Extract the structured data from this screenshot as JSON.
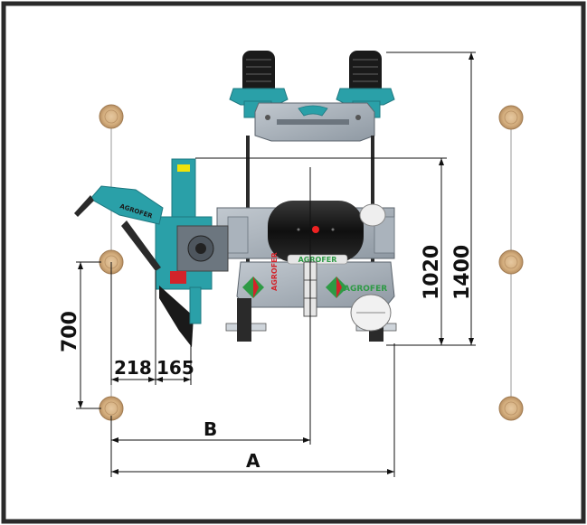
{
  "dimensions": {
    "d218": "218",
    "d165": "165",
    "d700": "700",
    "d1020": "1020",
    "d1400": "1400",
    "label_a": "A",
    "label_b": "B"
  },
  "brand": {
    "name_left": "AGROFER",
    "name_right": "AGROFER",
    "side_brand": "AGROFER"
  },
  "colors": {
    "frame": "#2a2a2a",
    "teal": "#2aa0a8",
    "steel": "#a7b1bb",
    "tank": "#151515",
    "wood": "#d8b58a",
    "brand_red": "#d2232a",
    "brand_green": "#2e9a45"
  }
}
